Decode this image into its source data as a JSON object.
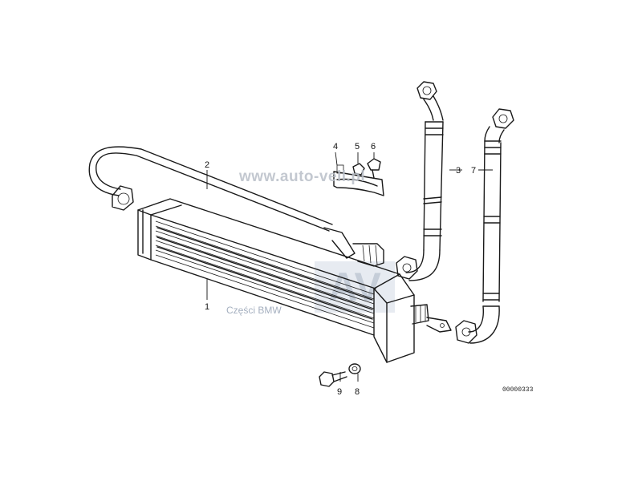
{
  "callouts": [
    {
      "id": "1",
      "label": "1"
    },
    {
      "id": "2",
      "label": "2"
    },
    {
      "id": "3",
      "label": "3"
    },
    {
      "id": "4",
      "label": "4"
    },
    {
      "id": "5",
      "label": "5"
    },
    {
      "id": "6",
      "label": "6"
    },
    {
      "id": "7",
      "label": "7"
    },
    {
      "id": "8",
      "label": "8"
    },
    {
      "id": "9",
      "label": "9"
    }
  ],
  "watermark": {
    "url": "www.auto-vell.pl",
    "logo_text": "AV",
    "subtitle": "Części BMW"
  },
  "reference_number": "00000333"
}
